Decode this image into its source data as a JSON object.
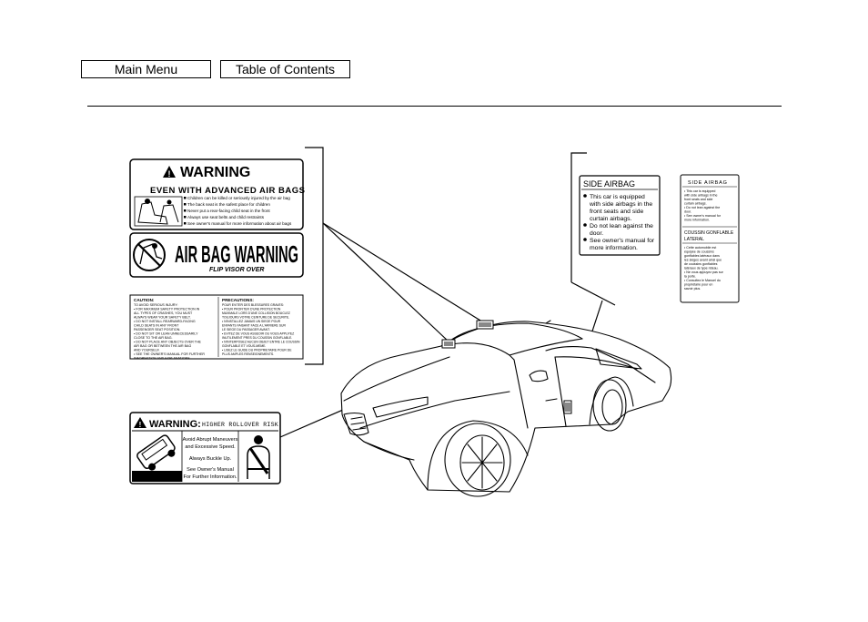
{
  "nav": {
    "main_menu": "Main Menu",
    "table_of_contents": "Table of Contents"
  },
  "visor_warning": {
    "title": "WARNING",
    "subtitle": "EVEN WITH ADVANCED AIR BAGS",
    "bullets": [
      "Children can be killed or seriously injured by the air bag",
      "The back seat is the safest place for children",
      "Never put a rear-facing child seat in the front",
      "Always use seat belts and child restraints",
      "See owner's manual for more information about air bags"
    ]
  },
  "airbag_warning": {
    "title": "AIR BAG WARNING",
    "subtitle": "FLIP VISOR OVER"
  },
  "caution_label": {
    "en_heading": "CAUTION:",
    "en_lines": [
      "TO AVOID SERIOUS INJURY:",
      "• FOR MAXIMUM SAFETY PROTECTION IN",
      "  ALL TYPES OF CRASHES, YOU MUST",
      "  ALWAYS WEAR YOUR SAFETY BELT.",
      "• DO NOT INSTALL REARWARD-FACING",
      "  CHILD SEATS IN ANY FRONT",
      "  PASSENGER SEAT POSITION.",
      "• DO NOT SIT OR LEAN UNNECESSARILY",
      "  CLOSE TO THE AIR BAG.",
      "• DO NOT PLACE ANY OBJECTS OVER THE",
      "  AIR BAG OR BETWEEN THE AIR BAG",
      "  AND YOURSELF.",
      "• SEE THE OWNER'S MANUAL FOR FURTHER",
      "  INFORMATION AND EXPLANATIONS."
    ],
    "fr_heading": "PRECAUTIONS:",
    "fr_lines": [
      "POUR EVITER DES BLESSURES GRAVES:",
      "• POUR PROFITER D'UNE PROTECTION",
      "  MAXIMALE LORS D'UNE COLLISION BOUCLEZ",
      "  TOUJOURS VOTRE CEINTURE DE SECURITE.",
      "• N'INSTALLEZ JAMAIS UN SIEGE POUR",
      "  ENFANTS FAISANT FACE A L'ARRIERE SUR",
      "  LE SIEGE DU PASSAGER AVANT.",
      "• EVITEZ DE VOUS ASSEOIR OU VOUS APPUYEZ",
      "  INUTILEMENT PRES DU COUSSIN GONFLABLE.",
      "• N'INTERPOSEZ AUCUN OBJET ENTRE LE COUSSIN",
      "  GONFLABLE ET VOUS-MEME.",
      "• LISEZ LE GUIDE DU PROPRIETAIRE POUR DE",
      "  PLUS AMPLES RENSEIGNEMENTS."
    ]
  },
  "side_airbag_en": {
    "title": "SIDE AIRBAG",
    "lines": [
      "This car is equipped",
      "with side airbags in the",
      "front seats and side",
      "curtain airbags.",
      "Do not lean against the",
      "door.",
      "See owner's manual for",
      "more information."
    ]
  },
  "side_airbag_bilingual": {
    "title_en": "SIDE AIRBAG",
    "en_lines": [
      "• This car is equipped",
      "  with side airbags in the",
      "  front seats and side",
      "  curtain airbags.",
      "• Do not lean against the",
      "  door.",
      "• See owner's manual for",
      "  more information."
    ],
    "title_fr_1": "COUSSIN GONFLABLE",
    "title_fr_2": "LATERAL",
    "fr_lines": [
      "• Cette automobile est",
      "  équipée de coussins",
      "  gonflables latéraux dans",
      "  les sièges avant ainsi que",
      "  de coussins gonflables",
      "  latéraux de type rideau.",
      "• Ne vous appuyez pas sur",
      "  la porte.",
      "• Consultez le Manuel du",
      "  propriétaire pour en",
      "  savoir plus."
    ]
  },
  "rollover_warning": {
    "title": "WARNING:",
    "subtitle": "HIGHER ROLLOVER RISK",
    "lines": [
      "Avoid Abrupt Maneuvers",
      "and Excessive Speed.",
      "Always Buckle Up.",
      "See Owner's Manual",
      "For Further Information."
    ]
  },
  "icons": [
    "warning-triangle-icon",
    "child-seat-icon",
    "no-rearward-child-seat-icon",
    "rollover-car-icon",
    "seatbelt-person-icon"
  ]
}
